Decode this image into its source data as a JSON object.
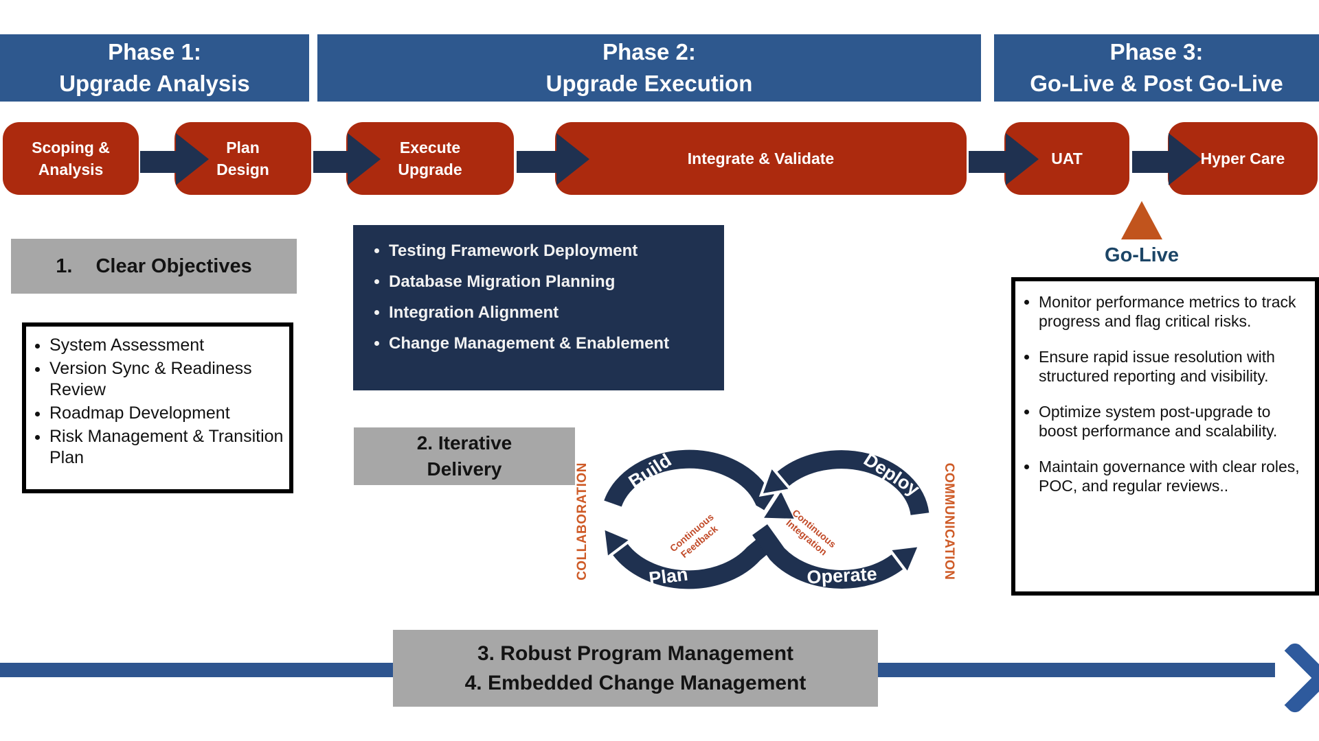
{
  "phases": [
    {
      "line1": "Phase 1:",
      "line2": "Upgrade Analysis"
    },
    {
      "line1": "Phase 2:",
      "line2": "Upgrade Execution"
    },
    {
      "line1": "Phase 3:",
      "line2": "Go-Live & Post Go-Live"
    }
  ],
  "steps": [
    {
      "l1": "Scoping &",
      "l2": "Analysis"
    },
    {
      "l1": "Plan",
      "l2": "Design"
    },
    {
      "l1": "Execute",
      "l2": "Upgrade"
    },
    {
      "l1": "Integrate & Validate"
    },
    {
      "l1": "UAT"
    },
    {
      "l1": "Hyper Care"
    }
  ],
  "key1": {
    "number": "1.",
    "label": "Clear Objectives"
  },
  "phase1_list": {
    "items": [
      "System Assessment",
      "Version Sync &  Readiness Review",
      "Roadmap Development",
      "Risk Management & Transition Plan"
    ]
  },
  "phase2_list": {
    "items": [
      "Testing Framework Deployment",
      "Database Migration Planning",
      "Integration Alignment",
      "Change Management & Enablement"
    ]
  },
  "key2": {
    "label": "2. Iterative Delivery"
  },
  "devops": {
    "collaboration": "COLLABORATION",
    "communication": "COMMUNICATION",
    "build": "Build",
    "plan": "Plan",
    "deploy": "Deploy",
    "operate": "Operate",
    "feedback1": "Continuous",
    "feedback2": "Feedback",
    "integration1": "Continuous",
    "integration2": "Integration"
  },
  "golive": {
    "label": "Go-Live"
  },
  "phase3_list": {
    "items": [
      "Monitor performance metrics to track progress and flag critical risks.",
      "Ensure rapid issue resolution with structured reporting and visibility.",
      "Optimize system post-upgrade to boost performance and scalability.",
      "Maintain governance with clear roles, POC, and regular reviews.."
    ]
  },
  "key34": {
    "line1": "3. Robust Program Management",
    "line2": "4. Embedded Change Management"
  },
  "colors": {
    "header_blue": "#2E588E",
    "step_red": "#AC2A0E",
    "navy": "#1F3150",
    "gray": "#A7A7A7",
    "go_live_orange": "#C1541D",
    "orange_text": "#CE5A26",
    "bottom_arrow_blue": "#2E558F",
    "golive_text": "#1C4566"
  }
}
